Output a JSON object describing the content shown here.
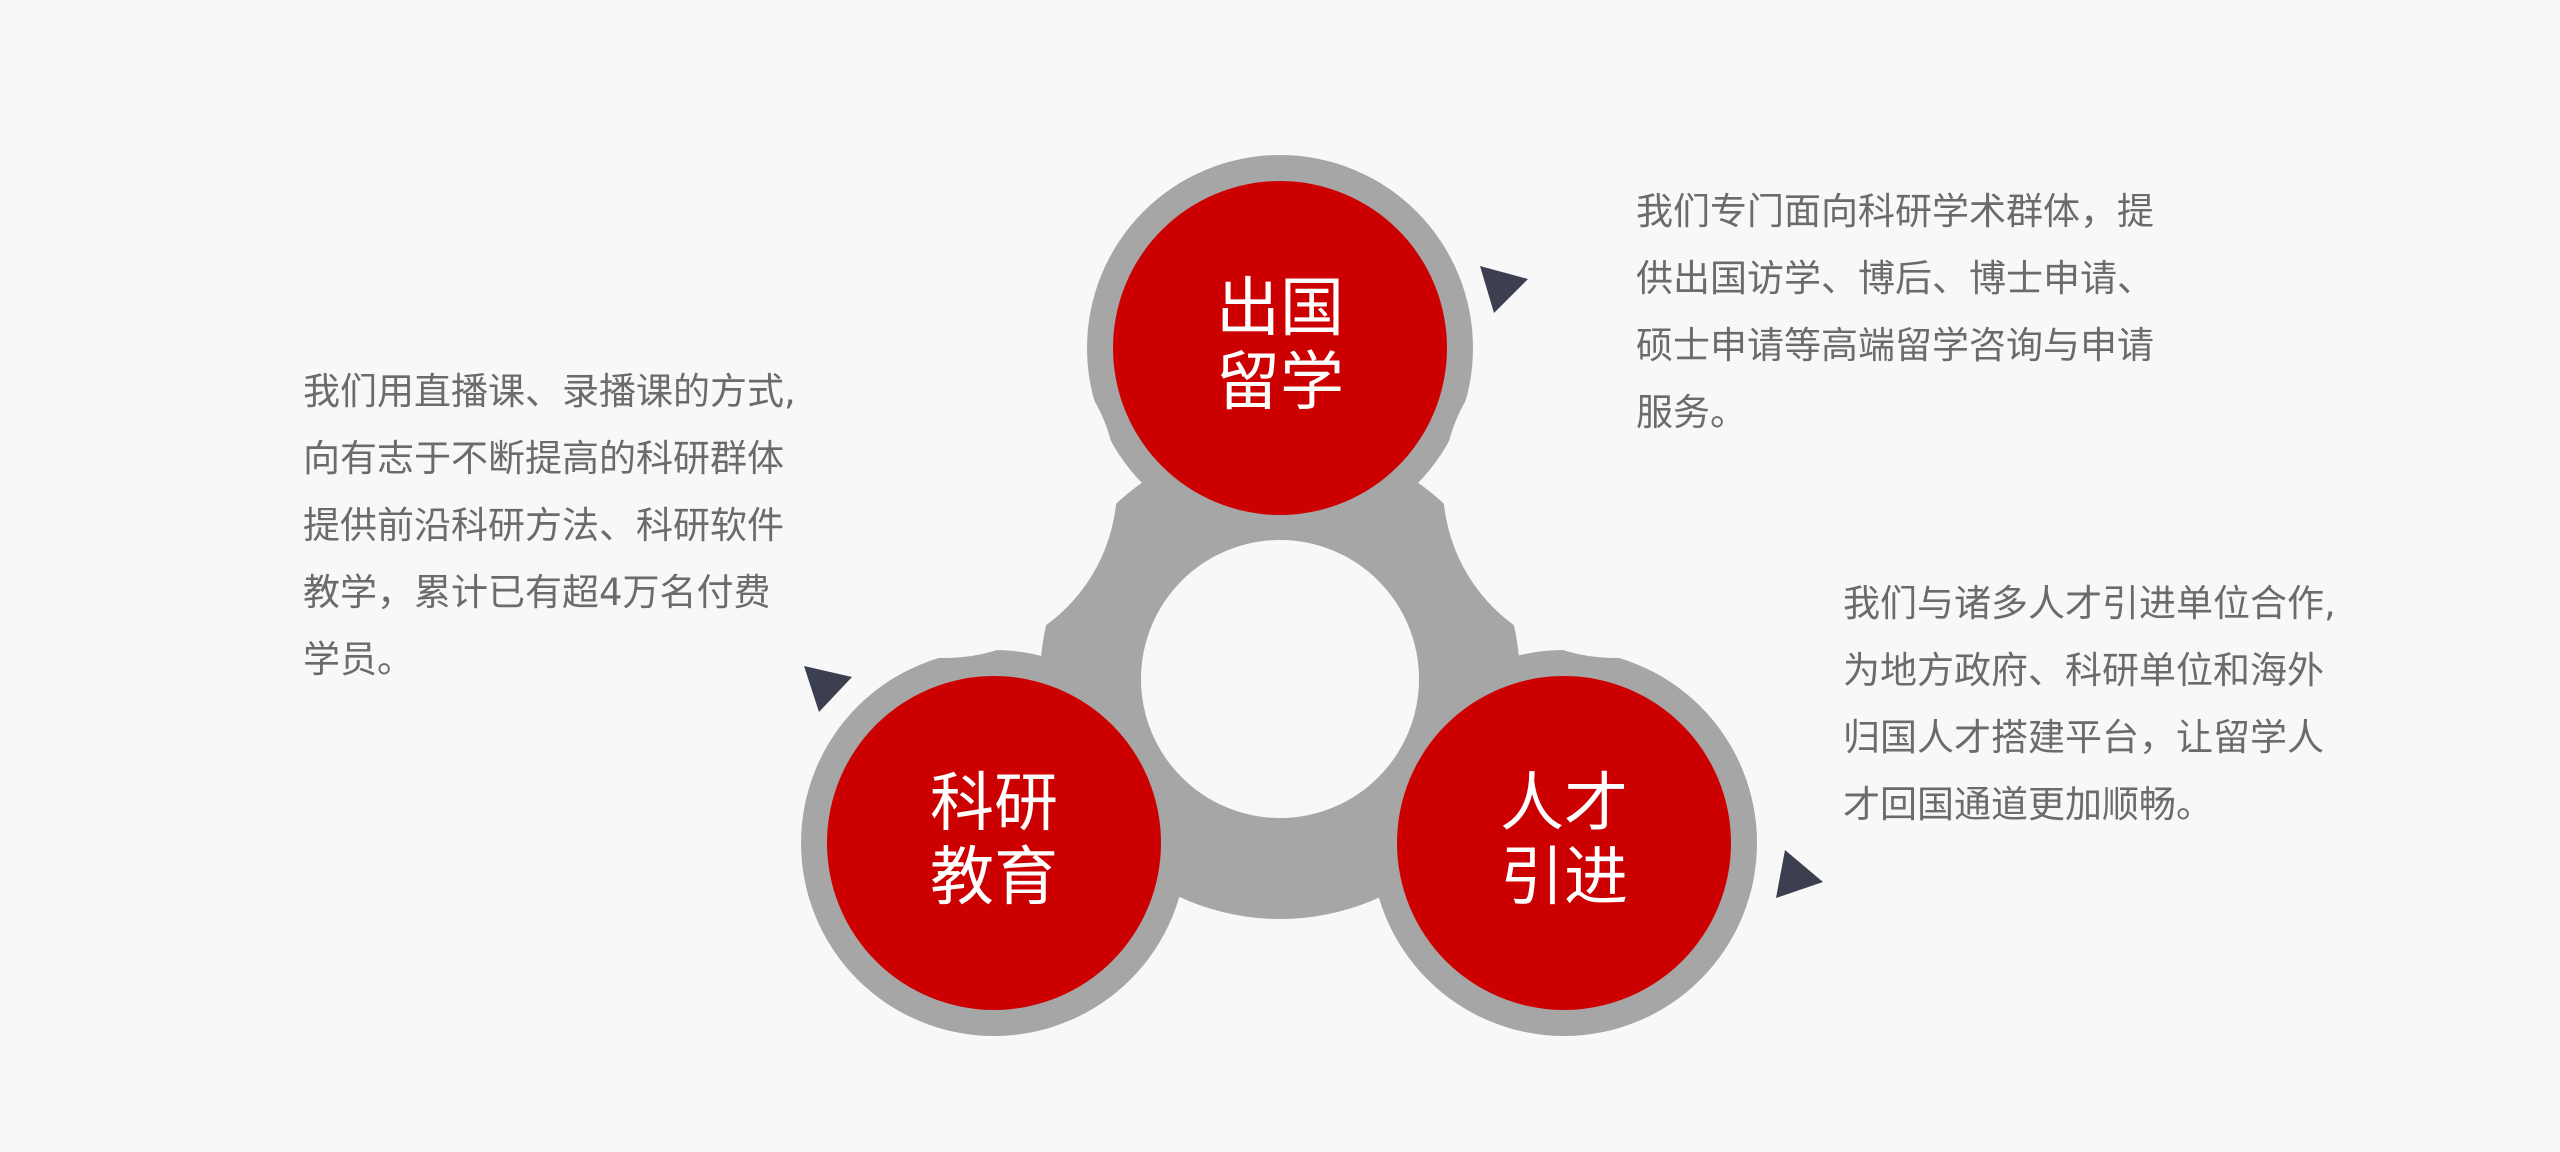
{
  "colors": {
    "background": "#f8f8f8",
    "ring": "#a6a6a6",
    "node": "#cc0000",
    "pointer": "#3b3f50",
    "text": "#6b6b6b"
  },
  "nodes": {
    "top": {
      "line1": "出国",
      "line2": "留学"
    },
    "left": {
      "line1": "科研",
      "line2": "教育"
    },
    "right": {
      "line1": "人才",
      "line2": "引进"
    }
  },
  "descriptions": {
    "left": [
      "我们用直播课、录播课的方式,",
      "向有志于不断提高的科研群体",
      "提供前沿科研方法、科研软件",
      "教学，累计已有超4万名付费",
      "学员。"
    ],
    "top_right": [
      "我们专门面向科研学术群体，提",
      "供出国访学、博后、博士申请、",
      "硕士申请等高端留学咨询与申请",
      "服务。"
    ],
    "bottom_right": [
      "我们与诸多人才引进单位合作,",
      "为地方政府、科研单位和海外",
      "归国人才搭建平台，让留学人",
      "才回国通道更加顺畅。"
    ]
  }
}
